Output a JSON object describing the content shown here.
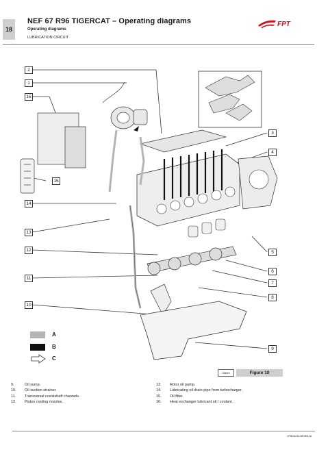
{
  "header": {
    "page_number": "18",
    "title": "NEF 67 R96 TIGERCAT – Operating diagrams",
    "subtitle": "Operating diagrams",
    "section": "LUBRICATION CIRCUIT",
    "logo_text": "FPT"
  },
  "callouts": [
    "2",
    "1",
    "16",
    "15",
    "14",
    "13",
    "12",
    "11",
    "10",
    "3",
    "4",
    "5",
    "6",
    "7",
    "8",
    "9"
  ],
  "legend": [
    {
      "key": "A",
      "type": "grey-swatch"
    },
    {
      "key": "B",
      "type": "black-swatch"
    },
    {
      "key": "C",
      "type": "arrow-outline"
    }
  ],
  "figure": {
    "code": "28810",
    "label": "Figure 10"
  },
  "notes_left": [
    {
      "num": "9.",
      "text": "Oil sump."
    },
    {
      "num": "10.",
      "text": "Oil suction strainer."
    },
    {
      "num": "11.",
      "text": "Transversal crankshaft channels."
    },
    {
      "num": "12.",
      "text": "Piston cooling nozzles."
    }
  ],
  "notes_right": [
    {
      "num": "13.",
      "text": "Rotor oil pump."
    },
    {
      "num": "14.",
      "text": "Lubricating oil drain pipe from turbocharger."
    },
    {
      "num": "15.",
      "text": "Oil filter."
    },
    {
      "num": "16.",
      "text": "Heat exchanger lubricant oil / coolant."
    }
  ],
  "footer": {
    "code": "×P5D3241OE0E116"
  },
  "colors": {
    "grey_swatch": "#b4b4b4",
    "black_swatch": "#111111",
    "header_band": "#cfcfcf",
    "logo_red": "#d0121b"
  }
}
